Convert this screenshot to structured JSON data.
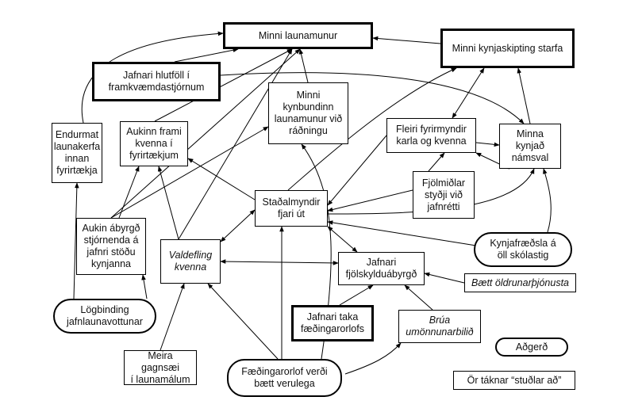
{
  "nodes": {
    "minni_launamunur": "Minni launamunur",
    "minni_kynjaskipting": "Minni kynjaskipting starfa",
    "jafnari_hlutfoll": "Jafnari hlutföll í\nframkvæmdastjórnum",
    "minni_kynbundinn": "Minni\nkynbundinn\nlaunamunur við\nráðningu",
    "endurmat": "Endurmat\nlaunakerfa\ninnan\nfyrirtækja",
    "aukinn_frami": "Aukinn frami\nkvenna í\nfyrirtækjum",
    "fleiri_fyrirmyndir": "Fleiri fyrirmyndir\nkarla og kvenna",
    "minna_kynjad": "Minna\nkynjað\nnámsval",
    "fjolmidlar": "Fjölmiðlar\nstyðji við\njafnrétti",
    "stadalmyndir": "Staðalmyndir\nfjari út",
    "aukin_abyrgd": "Aukin ábyrgð\nstjórnenda á\njafnri stöðu\nkynjanna",
    "valdefling": "Valdefling\nkvenna",
    "kynjafraedsla": "Kynjafræðsla á\nöll skólastig",
    "jafnari_fjolskyldu": "Jafnari\nfjölskylduábyrgð",
    "baett_oldrunar": "Bætt öldrunarþjónusta",
    "logbinding": "Lögbinding\njafnlaunavottunar",
    "jafnari_taka": "Jafnari taka\nfæðingarorlofs",
    "brua": "Brúa\numönnunarbilið",
    "meira_gagnsaei": "Meira gagnsæi\ní launamálum",
    "faedingarorlof": "Fæðingarorlof verði\nbætt verulega"
  },
  "legend": {
    "action_label": "Aðgerð",
    "arrow_label": "Ör táknar “stuðlar að”"
  }
}
